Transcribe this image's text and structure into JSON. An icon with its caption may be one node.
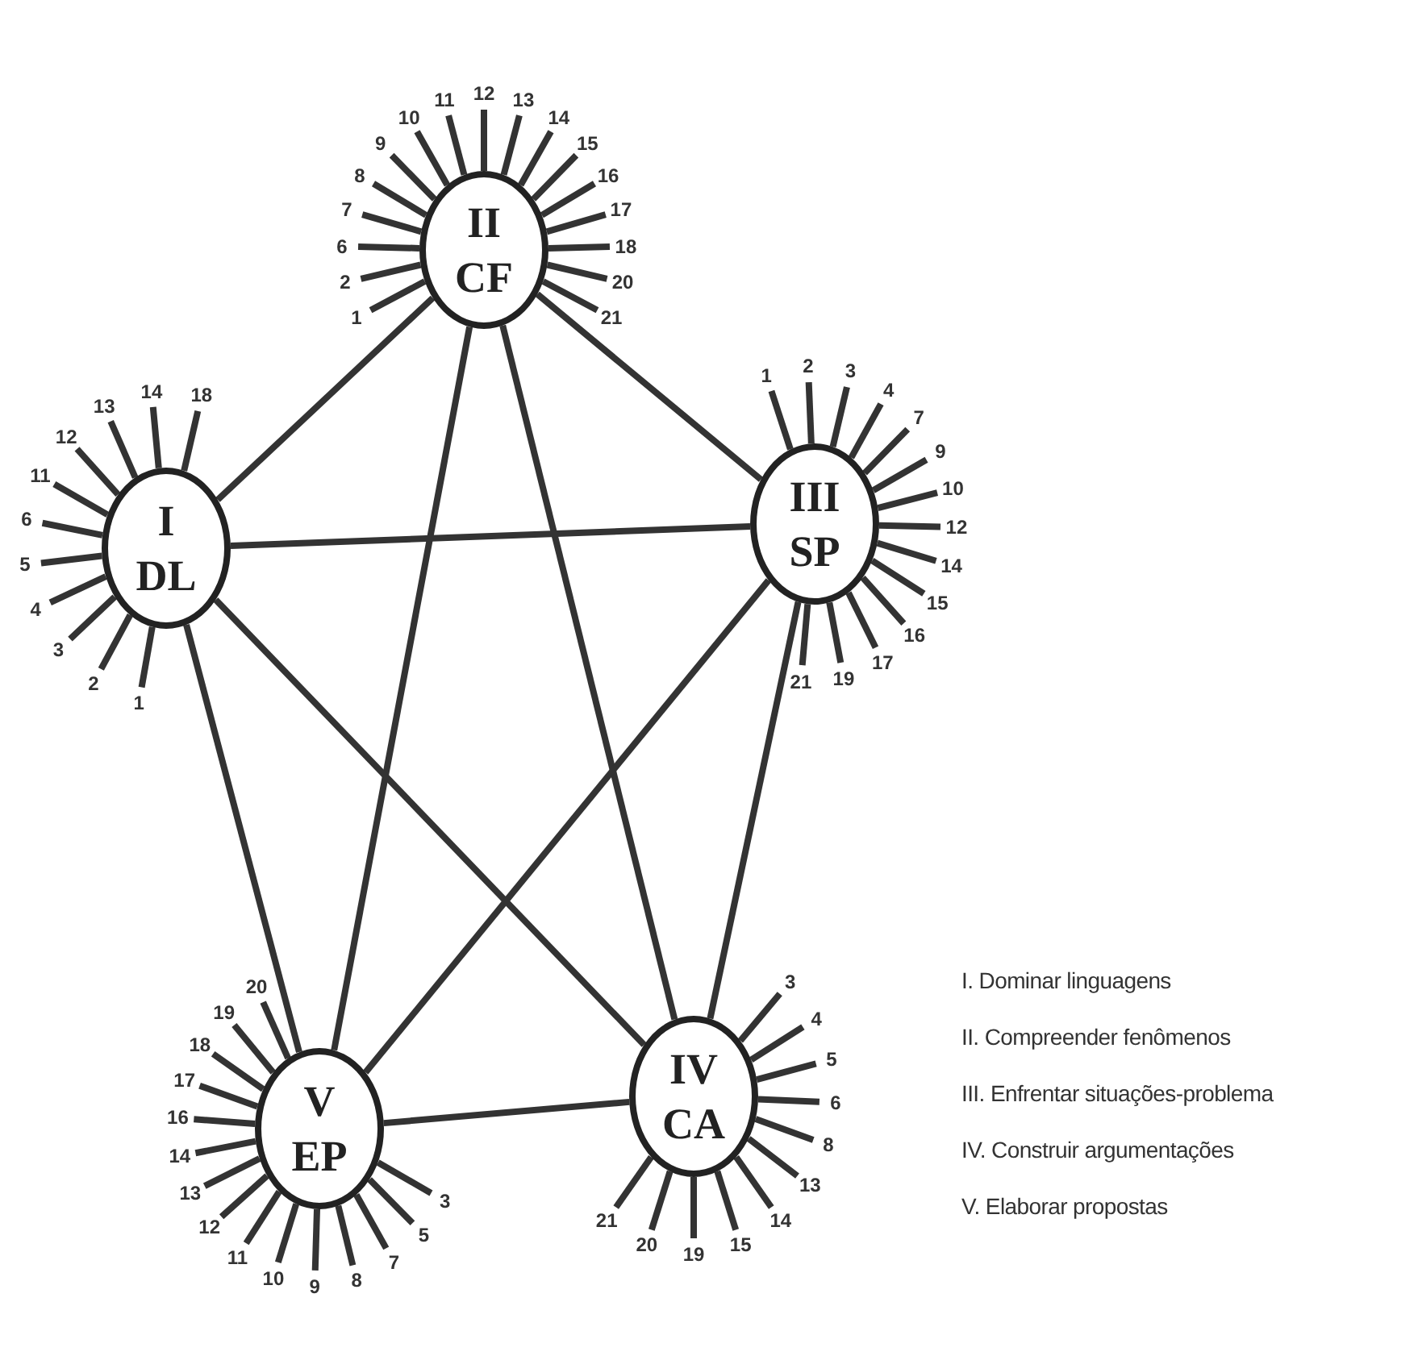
{
  "diagram": {
    "nodes": [
      {
        "text": [
          "II",
          "CF"
        ],
        "beside": [
          "1",
          "2",
          "6",
          "7",
          "8",
          "9",
          "10",
          "11",
          "12",
          "13",
          "14",
          "15",
          "16",
          "17",
          "18",
          "20",
          "21"
        ]
      },
      {
        "text": [
          "I",
          "DL"
        ],
        "beside": [
          "1",
          "2",
          "3",
          "4",
          "5",
          "6",
          "11",
          "12",
          "13",
          "14",
          "18"
        ]
      },
      {
        "text": [
          "III",
          "SP"
        ],
        "beside": [
          "1",
          "2",
          "3",
          "4",
          "7",
          "9",
          "10",
          "12",
          "14",
          "15",
          "16",
          "17",
          "19",
          "21"
        ]
      },
      {
        "text": [
          "V",
          "EP"
        ],
        "beside": [
          "3",
          "5",
          "7",
          "8",
          "9",
          "10",
          "11",
          "12",
          "13",
          "14",
          "16",
          "17",
          "18",
          "19",
          "20"
        ]
      },
      {
        "text": [
          "IV",
          "CA"
        ],
        "beside": [
          "3",
          "4",
          "5",
          "6",
          "8",
          "13",
          "14",
          "15",
          "19",
          "20",
          "21"
        ]
      }
    ],
    "edges": [
      {
        "from": 0,
        "to": 1,
        "arrow": "none"
      },
      {
        "from": 0,
        "to": 2,
        "arrow": "none"
      },
      {
        "from": 0,
        "to": 3,
        "arrow": "none"
      },
      {
        "from": 0,
        "to": 4,
        "arrow": "none"
      },
      {
        "from": 1,
        "to": 2,
        "arrow": "none"
      },
      {
        "from": 1,
        "to": 3,
        "arrow": "none"
      },
      {
        "from": 1,
        "to": 4,
        "arrow": "none"
      },
      {
        "from": 2,
        "to": 3,
        "arrow": "none"
      },
      {
        "from": 2,
        "to": 4,
        "arrow": "none"
      },
      {
        "from": 3,
        "to": 4,
        "arrow": "none"
      }
    ],
    "labels": [
      "I. Dominar linguagens",
      "II. Compreender fenômenos",
      "III. Enfrentar situações-problema",
      "IV. Construir argumentações",
      "V. Elaborar propostas"
    ]
  }
}
